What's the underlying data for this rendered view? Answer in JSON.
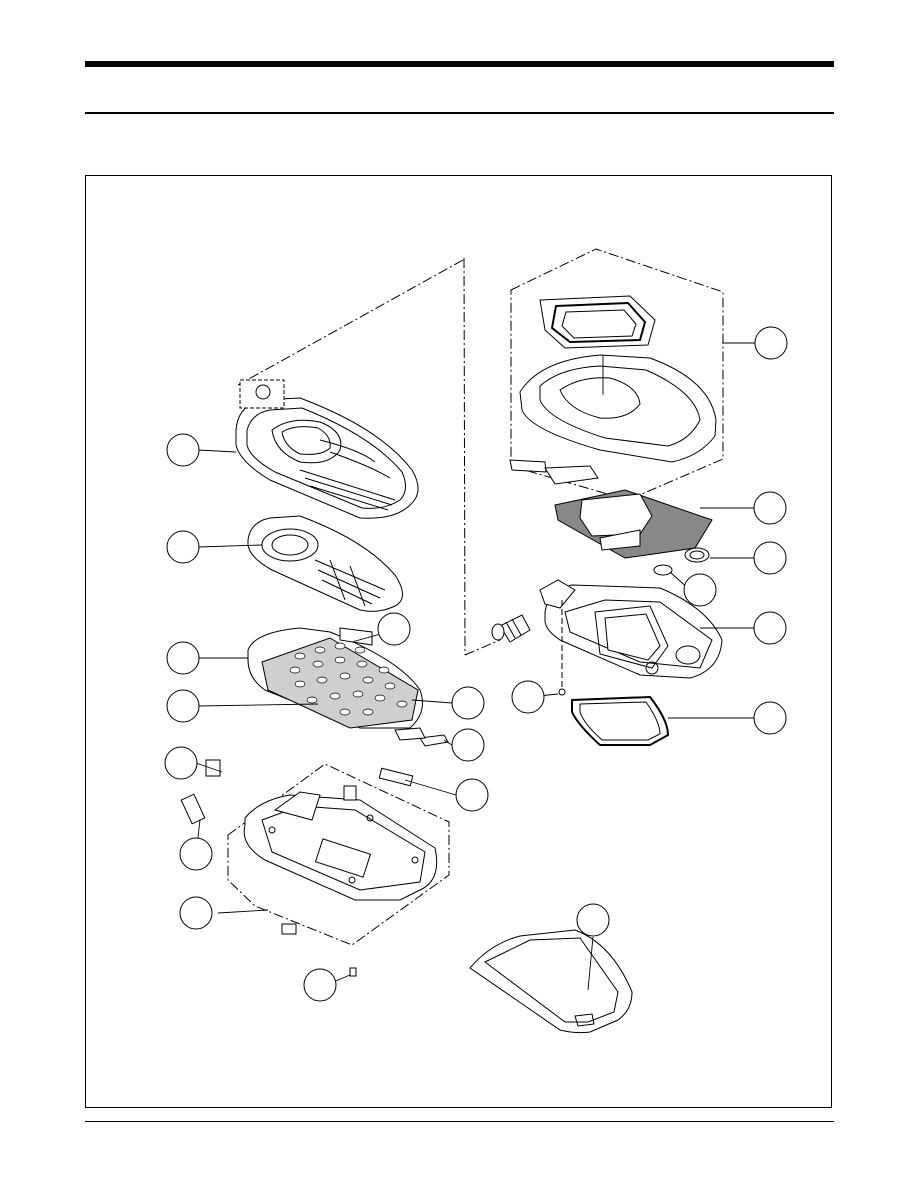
{
  "document": {
    "figure": {
      "callouts": [
        {
          "id": "c1",
          "label": ""
        },
        {
          "id": "c2",
          "label": ""
        },
        {
          "id": "c3",
          "label": ""
        },
        {
          "id": "c4",
          "label": ""
        },
        {
          "id": "c5",
          "label": ""
        },
        {
          "id": "c6",
          "label": ""
        },
        {
          "id": "c7",
          "label": ""
        },
        {
          "id": "c8",
          "label": ""
        },
        {
          "id": "c9",
          "label": ""
        },
        {
          "id": "c10",
          "label": ""
        },
        {
          "id": "c11",
          "label": ""
        },
        {
          "id": "c12",
          "label": ""
        },
        {
          "id": "c13",
          "label": ""
        },
        {
          "id": "c14",
          "label": ""
        },
        {
          "id": "c15",
          "label": ""
        },
        {
          "id": "c16",
          "label": ""
        },
        {
          "id": "c17",
          "label": ""
        },
        {
          "id": "c18",
          "label": ""
        },
        {
          "id": "c19",
          "label": ""
        },
        {
          "id": "c20",
          "label": ""
        },
        {
          "id": "c21",
          "label": ""
        }
      ]
    }
  }
}
